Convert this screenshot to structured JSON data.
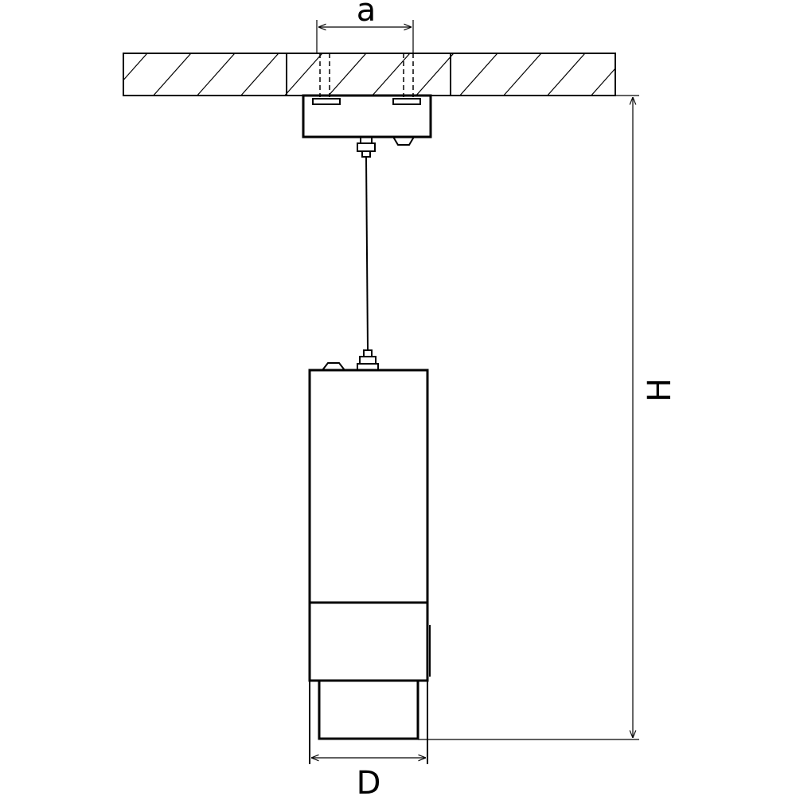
{
  "dimensions": {
    "spacing_label": "a",
    "height_label": "H",
    "diameter_label": "D"
  },
  "colors": {
    "line": "#000000",
    "background": "#ffffff"
  }
}
